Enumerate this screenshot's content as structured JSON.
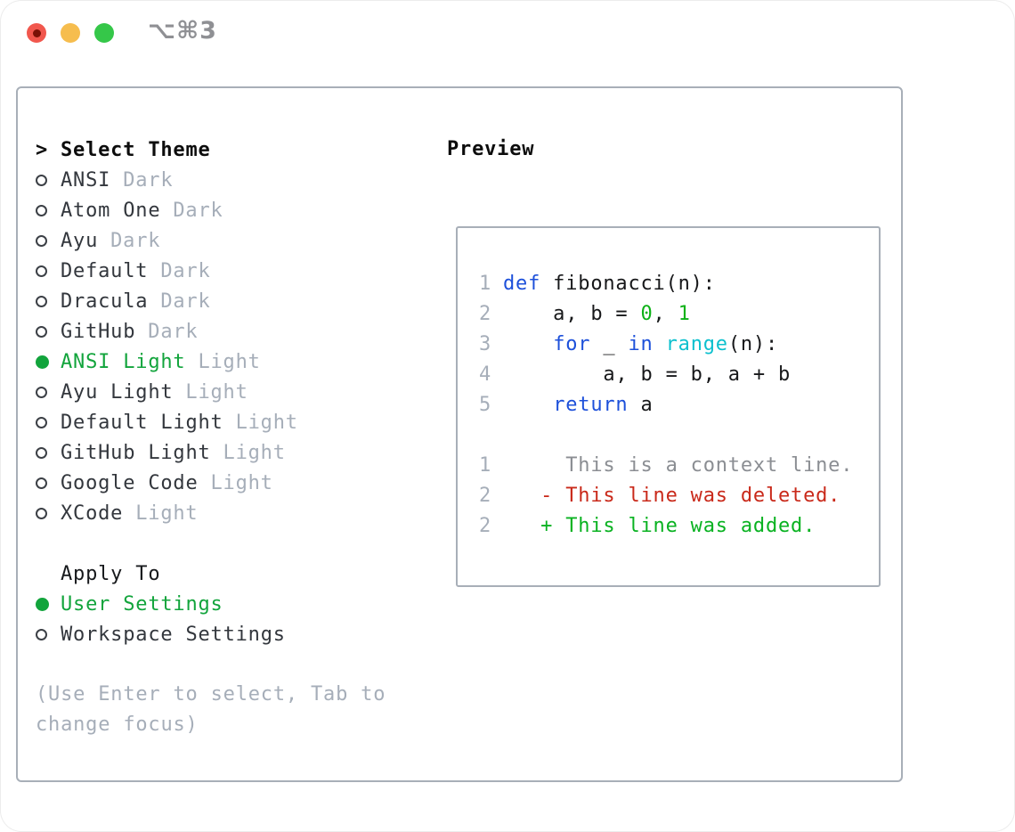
{
  "window": {
    "shortcut": "⌥⌘3",
    "traffic_lights": [
      "close",
      "minimize",
      "zoom"
    ],
    "edited_indicator": true
  },
  "theme_list": {
    "prompt": ">",
    "header": "Select Theme",
    "items": [
      {
        "name": "ANSI",
        "variant": "Dark",
        "selected": false
      },
      {
        "name": "Atom One",
        "variant": "Dark",
        "selected": false
      },
      {
        "name": "Ayu",
        "variant": "Dark",
        "selected": false
      },
      {
        "name": "Default",
        "variant": "Dark",
        "selected": false
      },
      {
        "name": "Dracula",
        "variant": "Dark",
        "selected": false
      },
      {
        "name": "GitHub",
        "variant": "Dark",
        "selected": false
      },
      {
        "name": "ANSI Light",
        "variant": "Light",
        "selected": true
      },
      {
        "name": "Ayu Light",
        "variant": "Light",
        "selected": false
      },
      {
        "name": "Default Light",
        "variant": "Light",
        "selected": false
      },
      {
        "name": "GitHub Light",
        "variant": "Light",
        "selected": false
      },
      {
        "name": "Google Code",
        "variant": "Light",
        "selected": false
      },
      {
        "name": "XCode",
        "variant": "Light",
        "selected": false
      }
    ]
  },
  "apply_to": {
    "header": "Apply To",
    "options": [
      {
        "label": "User Settings",
        "selected": true
      },
      {
        "label": "Workspace Settings",
        "selected": false
      }
    ]
  },
  "hint": "(Use Enter to select, Tab to change focus)",
  "preview": {
    "header": "Preview",
    "lines": [
      {
        "num": "1",
        "tokens": [
          [
            "kw",
            "def"
          ],
          [
            "plain",
            " fibonacci(n):"
          ]
        ]
      },
      {
        "num": "2",
        "tokens": [
          [
            "plain",
            "    a, b = "
          ],
          [
            "num",
            "0"
          ],
          [
            "plain",
            ", "
          ],
          [
            "num",
            "1"
          ]
        ]
      },
      {
        "num": "3",
        "tokens": [
          [
            "plain",
            "    "
          ],
          [
            "kw",
            "for"
          ],
          [
            "plain",
            " _ "
          ],
          [
            "kw",
            "in"
          ],
          [
            "plain",
            " "
          ],
          [
            "builtin",
            "range"
          ],
          [
            "plain",
            "(n):"
          ]
        ]
      },
      {
        "num": "4",
        "tokens": [
          [
            "plain",
            "        a, b = b, a + b"
          ]
        ]
      },
      {
        "num": "5",
        "tokens": [
          [
            "plain",
            "    "
          ],
          [
            "kw",
            "return"
          ],
          [
            "plain",
            " a"
          ]
        ]
      },
      {
        "num": "",
        "tokens": []
      },
      {
        "num": "1",
        "tokens": [
          [
            "ctx",
            "     This is a context line."
          ]
        ]
      },
      {
        "num": "2",
        "tokens": [
          [
            "del",
            "   - This line was deleted."
          ]
        ]
      },
      {
        "num": "2",
        "tokens": [
          [
            "add",
            "   + This line was added."
          ]
        ]
      }
    ]
  },
  "colors": {
    "accent_green": "#12a43c",
    "keyword_blue": "#1d50da",
    "builtin_cyan": "#0dc0ce",
    "number_green": "#0db117",
    "diff_add_green": "#09b221",
    "diff_del_red": "#c9291a",
    "context_gray": "#8b8e93",
    "muted_gray": "#a6aeb9",
    "border_gray": "#a8afb8",
    "traffic_red": "#f1574d",
    "traffic_yellow": "#f6bd4e",
    "traffic_green": "#35c749"
  }
}
